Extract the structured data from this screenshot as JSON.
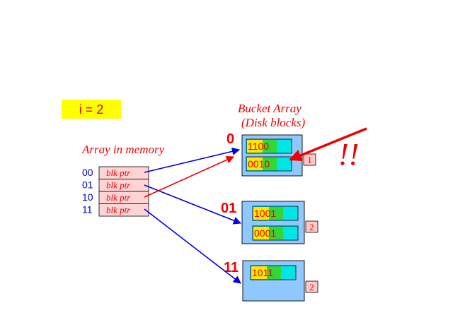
{
  "global_depth": "i = 2",
  "labels": {
    "array_in_memory": "Array in memory",
    "bucket_array_line1": "Bucket Array",
    "bucket_array_line2": "(Disk blocks)",
    "exclamation": "!!"
  },
  "directory": {
    "entry_text": "blk ptr",
    "entries": [
      {
        "index": "00",
        "target": "0"
      },
      {
        "index": "01",
        "target": "01"
      },
      {
        "index": "10",
        "target": "0"
      },
      {
        "index": "11",
        "target": "11"
      }
    ]
  },
  "buckets": [
    {
      "label": "0",
      "local_depth": "1",
      "records": [
        {
          "prefix": "11",
          "suffix": "00"
        },
        {
          "prefix": "00",
          "suffix": "10"
        }
      ]
    },
    {
      "label": "01",
      "local_depth": "2",
      "records": [
        {
          "prefix": "10",
          "suffix": "01"
        },
        {
          "prefix": "00",
          "suffix": "01"
        }
      ]
    },
    {
      "label": "11",
      "local_depth": "2",
      "records": [
        {
          "prefix": "10",
          "suffix": "11"
        }
      ]
    }
  ],
  "colors": {
    "bucket_fill": "#8fc8ff",
    "record_cyan": "#00e5e5",
    "prefix_yellow": "#ffe800",
    "suffix_green": "#33d633",
    "dir_fill": "#ffd4d4",
    "depth_fill": "#ffc8c8",
    "arrow_blue": "#0000dd",
    "arrow_red": "#ee0000",
    "label_red": "#ee0000",
    "label_blue": "#0000cc"
  }
}
